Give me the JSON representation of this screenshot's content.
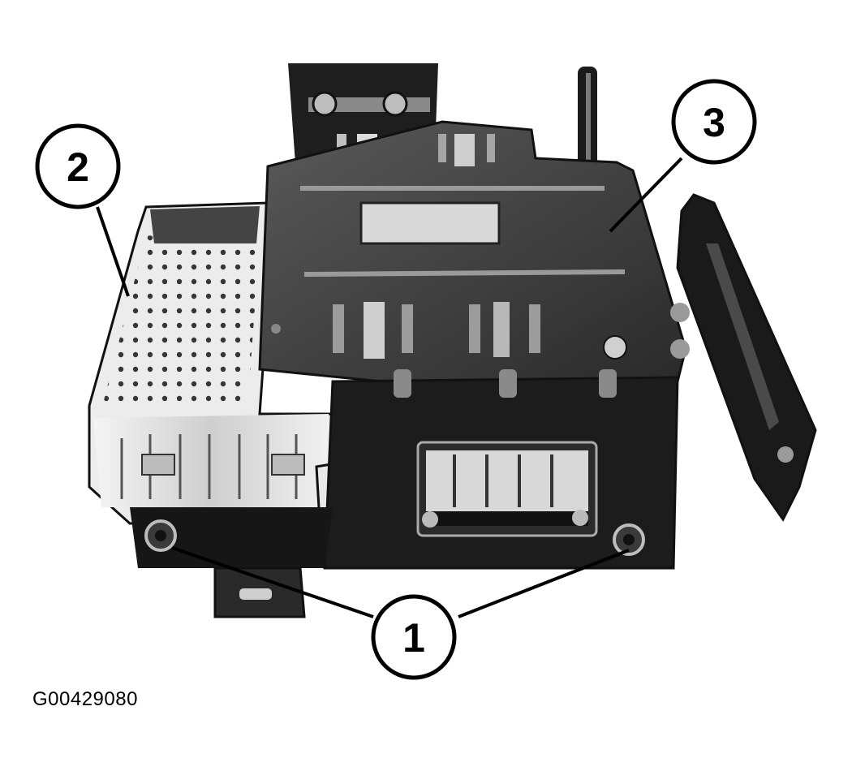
{
  "callouts": [
    {
      "id": "callout-1",
      "label": "1"
    },
    {
      "id": "callout-2",
      "label": "2"
    },
    {
      "id": "callout-3",
      "label": "3"
    }
  ],
  "figure_id": "G00429080",
  "colors": {
    "background": "#ffffff",
    "module_body": "#1c1c1c",
    "module_top": "#3a3a3a",
    "heatsink": "#e6e6e6",
    "ink": "#000000"
  }
}
